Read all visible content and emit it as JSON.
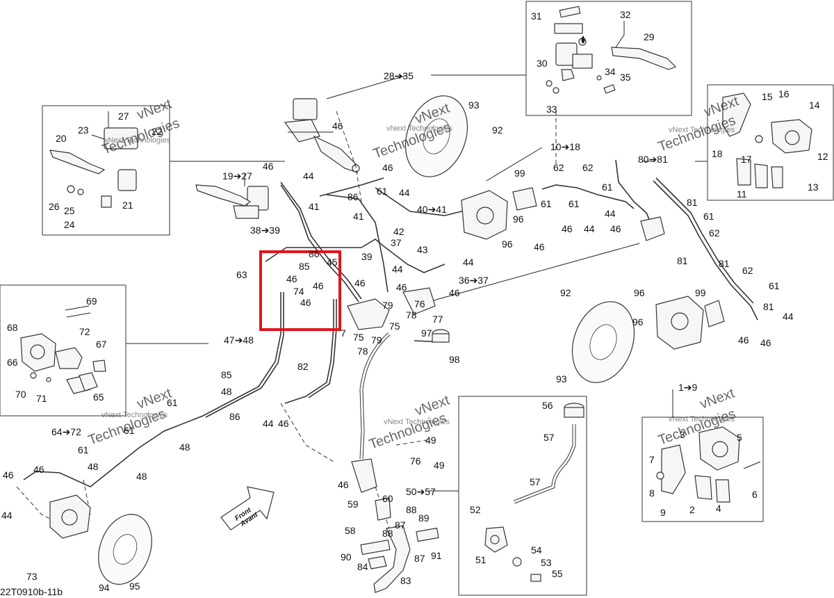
{
  "watermark": {
    "line1": "vNext",
    "line2": "Technologies",
    "full": "vNext Technologies"
  },
  "drawing_code": "22T0910b-11b",
  "arrow_label": {
    "line1": "Front",
    "line2": "Avant"
  },
  "highlight_color": "#e0141e",
  "labels": [
    {
      "t": "31"
    },
    {
      "t": "32"
    },
    {
      "t": "29"
    },
    {
      "t": "30"
    },
    {
      "t": "34"
    },
    {
      "t": "35"
    },
    {
      "t": "33"
    },
    {
      "t": "28➔35"
    },
    {
      "t": "46"
    },
    {
      "t": "93"
    },
    {
      "t": "92"
    },
    {
      "t": "27"
    },
    {
      "t": "23"
    },
    {
      "t": "22"
    },
    {
      "t": "20"
    },
    {
      "t": "26"
    },
    {
      "t": "25"
    },
    {
      "t": "21"
    },
    {
      "t": "24"
    },
    {
      "t": "19➔27"
    },
    {
      "t": "46"
    },
    {
      "t": "44"
    },
    {
      "t": "46"
    },
    {
      "t": "44"
    },
    {
      "t": "86"
    },
    {
      "t": "61"
    },
    {
      "t": "41"
    },
    {
      "t": "41"
    },
    {
      "t": "38➔39"
    },
    {
      "t": "40➔41"
    },
    {
      "t": "10➔18"
    },
    {
      "t": "80➔81"
    },
    {
      "t": "99"
    },
    {
      "t": "62"
    },
    {
      "t": "62"
    },
    {
      "t": "61"
    },
    {
      "t": "61"
    },
    {
      "t": "96"
    },
    {
      "t": "61"
    },
    {
      "t": "46"
    },
    {
      "t": "44"
    },
    {
      "t": "44"
    },
    {
      "t": "46"
    },
    {
      "t": "96"
    },
    {
      "t": "46"
    },
    {
      "t": "15"
    },
    {
      "t": "16"
    },
    {
      "t": "14"
    },
    {
      "t": "18"
    },
    {
      "t": "17"
    },
    {
      "t": "12"
    },
    {
      "t": "11"
    },
    {
      "t": "13"
    },
    {
      "t": "81"
    },
    {
      "t": "61"
    },
    {
      "t": "62"
    },
    {
      "t": "81"
    },
    {
      "t": "81"
    },
    {
      "t": "62"
    },
    {
      "t": "61"
    },
    {
      "t": "81"
    },
    {
      "t": "42"
    },
    {
      "t": "37"
    },
    {
      "t": "43"
    },
    {
      "t": "39"
    },
    {
      "t": "44"
    },
    {
      "t": "44"
    },
    {
      "t": "36➔37"
    },
    {
      "t": "46"
    },
    {
      "t": "46"
    },
    {
      "t": "46"
    },
    {
      "t": "63"
    },
    {
      "t": "85"
    },
    {
      "t": "86"
    },
    {
      "t": "45"
    },
    {
      "t": "46"
    },
    {
      "t": "74"
    },
    {
      "t": "46"
    },
    {
      "t": "46"
    },
    {
      "t": "79"
    },
    {
      "t": "76"
    },
    {
      "t": "78"
    },
    {
      "t": "77"
    },
    {
      "t": "75"
    },
    {
      "t": "7"
    },
    {
      "t": "75"
    },
    {
      "t": "79"
    },
    {
      "t": "78"
    },
    {
      "t": "97"
    },
    {
      "t": "98"
    },
    {
      "t": "92"
    },
    {
      "t": "96"
    },
    {
      "t": "96"
    },
    {
      "t": "99"
    },
    {
      "t": "44"
    },
    {
      "t": "46"
    },
    {
      "t": "46"
    },
    {
      "t": "93"
    },
    {
      "t": "1➔9"
    },
    {
      "t": "69"
    },
    {
      "t": "68"
    },
    {
      "t": "72"
    },
    {
      "t": "67"
    },
    {
      "t": "66"
    },
    {
      "t": "70"
    },
    {
      "t": "71"
    },
    {
      "t": "65"
    },
    {
      "t": "47➔48"
    },
    {
      "t": "82"
    },
    {
      "t": "85"
    },
    {
      "t": "48"
    },
    {
      "t": "86"
    },
    {
      "t": "44"
    },
    {
      "t": "46"
    },
    {
      "t": "61"
    },
    {
      "t": "61"
    },
    {
      "t": "48"
    },
    {
      "t": "64➔72"
    },
    {
      "t": "61"
    },
    {
      "t": "48"
    },
    {
      "t": "48"
    },
    {
      "t": "46"
    },
    {
      "t": "46"
    },
    {
      "t": "44"
    },
    {
      "t": "73"
    },
    {
      "t": "94"
    },
    {
      "t": "95"
    },
    {
      "t": "49"
    },
    {
      "t": "76"
    },
    {
      "t": "49"
    },
    {
      "t": "46"
    },
    {
      "t": "50➔57"
    },
    {
      "t": "59"
    },
    {
      "t": "60"
    },
    {
      "t": "58"
    },
    {
      "t": "88"
    },
    {
      "t": "87"
    },
    {
      "t": "88"
    },
    {
      "t": "89"
    },
    {
      "t": "90"
    },
    {
      "t": "87"
    },
    {
      "t": "91"
    },
    {
      "t": "84"
    },
    {
      "t": "83"
    },
    {
      "t": "56"
    },
    {
      "t": "57"
    },
    {
      "t": "57"
    },
    {
      "t": "52"
    },
    {
      "t": "51"
    },
    {
      "t": "54"
    },
    {
      "t": "53"
    },
    {
      "t": "55"
    },
    {
      "t": "3"
    },
    {
      "t": "5"
    },
    {
      "t": "7"
    },
    {
      "t": "8"
    },
    {
      "t": "9"
    },
    {
      "t": "2"
    },
    {
      "t": "4"
    },
    {
      "t": "6"
    }
  ]
}
